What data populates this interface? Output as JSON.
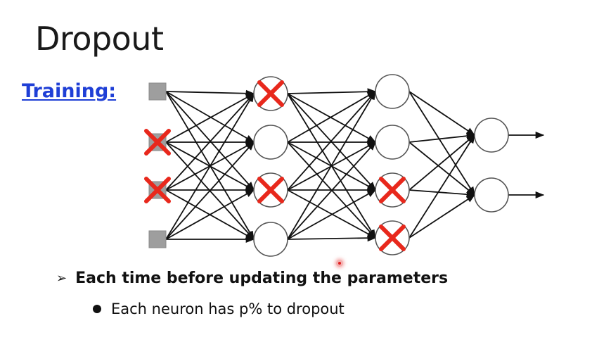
{
  "slide": {
    "title": "Dropout",
    "section_label": "Training:",
    "bullet_main": "Each time before updating the parameters",
    "bullet_sub": "Each neuron has p% to dropout"
  },
  "network": {
    "layers": [
      {
        "kind": "input",
        "dropped": [
          false,
          true,
          true,
          false
        ]
      },
      {
        "kind": "hidden",
        "dropped": [
          true,
          false,
          true,
          false
        ]
      },
      {
        "kind": "hidden",
        "dropped": [
          false,
          false,
          true,
          true
        ]
      },
      {
        "kind": "output",
        "dropped": [
          false,
          false
        ]
      }
    ]
  },
  "colors": {
    "cross": "#e8281c",
    "input_square": "#9e9e9e",
    "section_label": "#1f3fd6"
  }
}
